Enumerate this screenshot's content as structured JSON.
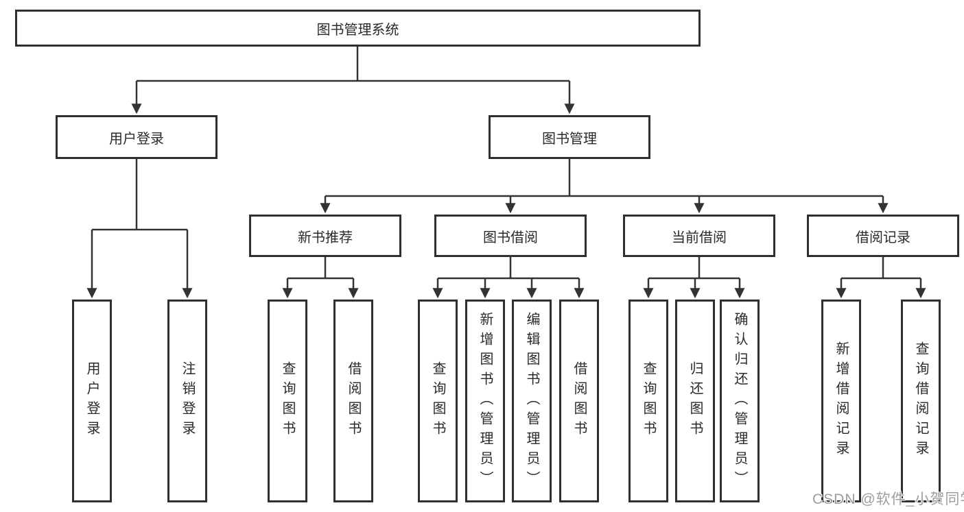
{
  "diagram": {
    "title": "图书管理系统",
    "level2": [
      {
        "label": "用户登录",
        "leaves": [
          "用户登录",
          "注销登录"
        ]
      },
      {
        "label": "图书管理",
        "groups": [
          {
            "label": "新书推荐",
            "leaves": [
              "查询图书",
              "借阅图书"
            ]
          },
          {
            "label": "图书借阅",
            "leaves": [
              "查询图书",
              "新增图书（管理员）",
              "编辑图书（管理员）",
              "借阅图书"
            ]
          },
          {
            "label": "当前借阅",
            "leaves": [
              "查询图书",
              "归还图书",
              "确认归还（管理员）"
            ]
          },
          {
            "label": "借阅记录",
            "leaves": [
              "新增借阅记录",
              "查询借阅记录"
            ]
          }
        ]
      }
    ]
  },
  "watermark": "CSDN @软件_小贺同学",
  "colors": {
    "line": "#333333",
    "box_border": "#2f2f2f",
    "box_fill": "#ffffff",
    "text": "#2a2a2a",
    "watermark_text": "#9d9d9d"
  }
}
